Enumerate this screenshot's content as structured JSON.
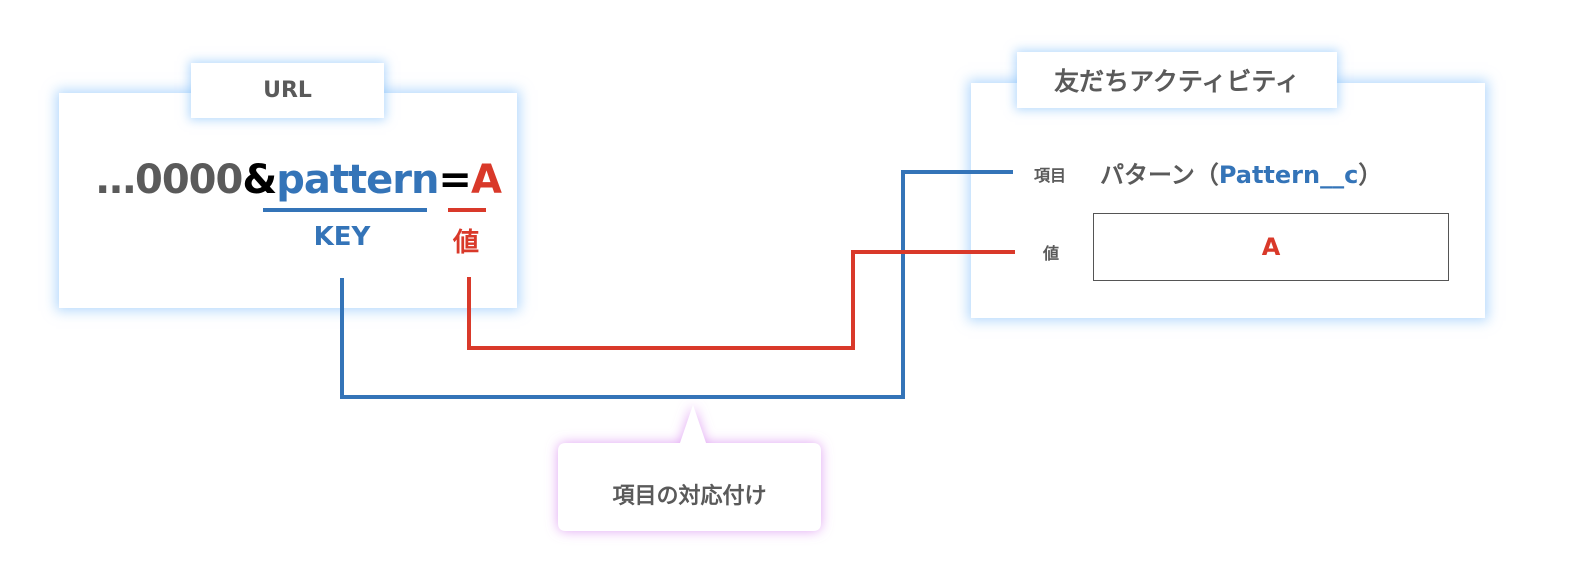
{
  "url_panel": {
    "title": "URL",
    "prefix": "…0000",
    "ampersand": "&",
    "key": "pattern",
    "equals": "=",
    "value": "A",
    "key_label": "KEY",
    "value_label": "値"
  },
  "activity_panel": {
    "title": "友だちアクティビティ",
    "field_label": "項目",
    "field_name": "パターン（",
    "field_api_name": "Pattern__c",
    "field_close": "）",
    "value_label": "値",
    "value": "A"
  },
  "callout": {
    "text": "項目の対応付け"
  },
  "colors": {
    "key": "#3474b8",
    "value": "#d9392a",
    "text": "#5a5a5a"
  }
}
